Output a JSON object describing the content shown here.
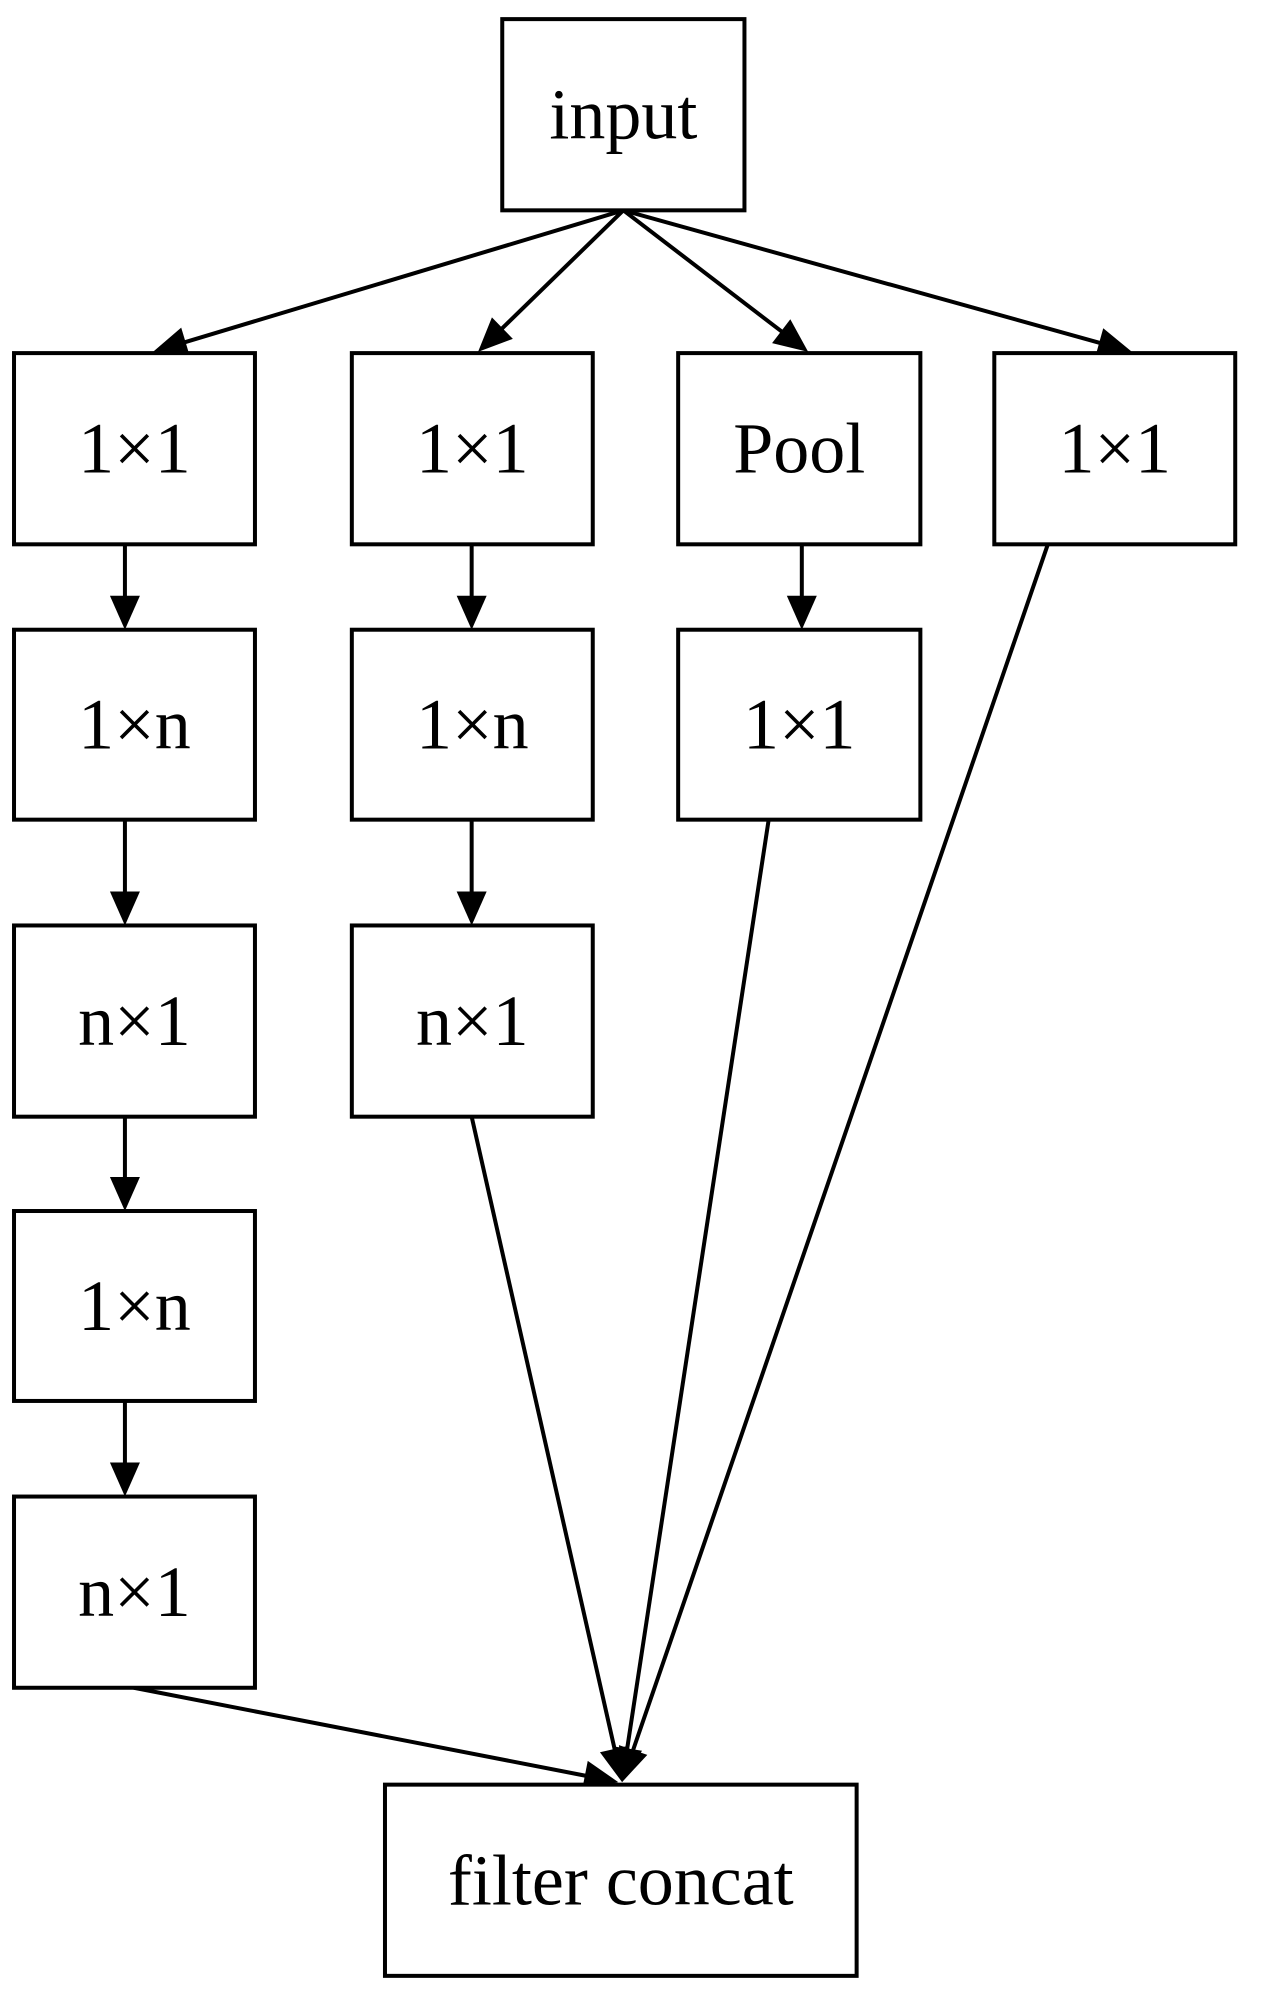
{
  "nodes": {
    "input": "input",
    "b1_1x1": "1×1",
    "b1_1xn_a": "1×n",
    "b1_nx1_a": "n×1",
    "b1_1xn_b": "1×n",
    "b1_nx1_b": "n×1",
    "b2_1x1": "1×1",
    "b2_1xn": "1×n",
    "b2_nx1": "n×1",
    "b3_pool": "Pool",
    "b3_1x1": "1×1",
    "b4_1x1": "1×1",
    "concat": "filter concat"
  },
  "edges": [
    [
      "input",
      "b1_1x1"
    ],
    [
      "input",
      "b2_1x1"
    ],
    [
      "input",
      "b3_pool"
    ],
    [
      "input",
      "b4_1x1"
    ],
    [
      "b1_1x1",
      "b1_1xn_a"
    ],
    [
      "b1_1xn_a",
      "b1_nx1_a"
    ],
    [
      "b1_nx1_a",
      "b1_1xn_b"
    ],
    [
      "b1_1xn_b",
      "b1_nx1_b"
    ],
    [
      "b2_1x1",
      "b2_1xn"
    ],
    [
      "b2_1xn",
      "b2_nx1"
    ],
    [
      "b3_pool",
      "b3_1x1"
    ],
    [
      "b1_nx1_b",
      "concat"
    ],
    [
      "b2_nx1",
      "concat"
    ],
    [
      "b3_1x1",
      "concat"
    ],
    [
      "b4_1x1",
      "concat"
    ]
  ],
  "colors": {
    "stroke": "#000000",
    "fill": "#ffffff"
  }
}
